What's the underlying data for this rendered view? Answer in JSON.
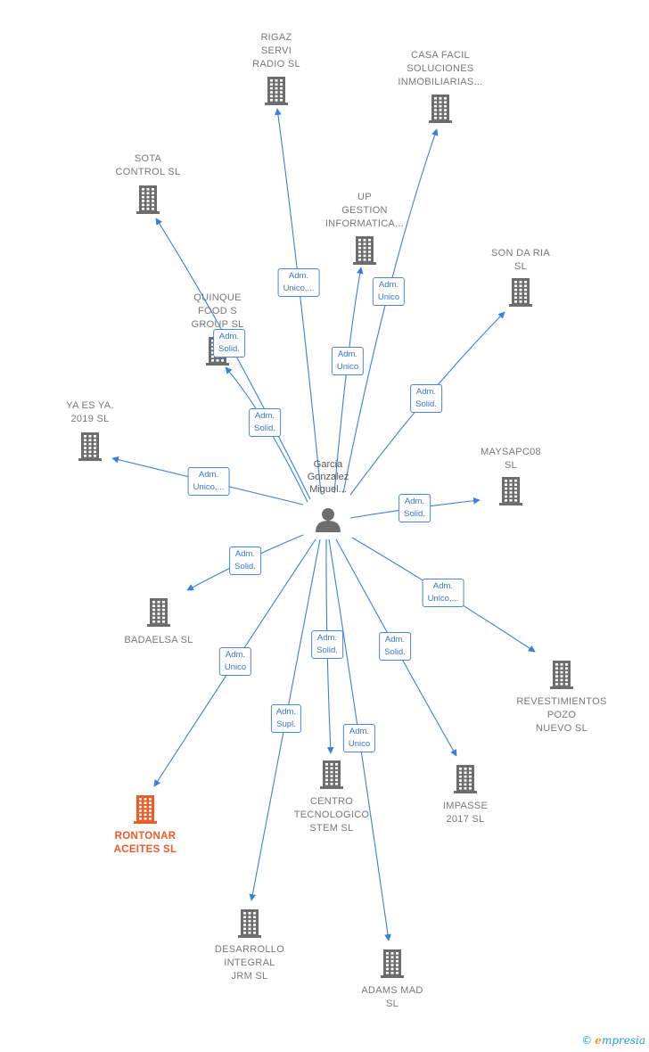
{
  "colors": {
    "edge": "#3b7ddb",
    "building": "#6d6d6d",
    "highlight": "#f05a28",
    "person": "#6d6d6d"
  },
  "center": {
    "lines": [
      "Garcia",
      "Gonzalez",
      "Miguel..."
    ],
    "icon": "person-icon"
  },
  "nodes": [
    {
      "id": "rigaz",
      "lines": [
        "RIGAZ",
        "SERVI",
        "RADIO SL"
      ],
      "highlight": false,
      "icon": "building-icon"
    },
    {
      "id": "casa-facil",
      "lines": [
        "CASA FACIL",
        "SOLUCIONES",
        "INMOBILIARIAS..."
      ],
      "highlight": false,
      "icon": "building-icon"
    },
    {
      "id": "sota-control",
      "lines": [
        "SOTA",
        "CONTROL  SL"
      ],
      "highlight": false,
      "icon": "building-icon"
    },
    {
      "id": "up-gestion",
      "lines": [
        "UP",
        "GESTION",
        "INFORMATICA..."
      ],
      "highlight": false,
      "icon": "building-icon"
    },
    {
      "id": "son-da-ria",
      "lines": [
        "SON DA RIA",
        "SL"
      ],
      "highlight": false,
      "icon": "building-icon"
    },
    {
      "id": "quinque",
      "lines": [
        "QUINQUE",
        "FOOD S",
        "GROUP  SL"
      ],
      "highlight": false,
      "icon": "building-icon"
    },
    {
      "id": "ya-es-ya",
      "lines": [
        "YA ES YA.",
        "2019  SL"
      ],
      "highlight": false,
      "icon": "building-icon"
    },
    {
      "id": "maysapc08",
      "lines": [
        "MAYSAPC08",
        "SL"
      ],
      "highlight": false,
      "icon": "building-icon"
    },
    {
      "id": "badaelsa",
      "lines": [
        "BADAELSA  SL"
      ],
      "highlight": false,
      "icon": "building-icon"
    },
    {
      "id": "revestimientos",
      "lines": [
        "REVESTIMIENTOS",
        "POZO",
        "NUEVO SL"
      ],
      "highlight": false,
      "icon": "building-icon"
    },
    {
      "id": "rontonar",
      "lines": [
        "RONTONAR",
        "ACEITES  SL"
      ],
      "highlight": true,
      "icon": "building-icon"
    },
    {
      "id": "centro-tecnologico",
      "lines": [
        "CENTRO",
        "TECNOLOGICO",
        "STEM  SL"
      ],
      "highlight": false,
      "icon": "building-icon"
    },
    {
      "id": "impasse",
      "lines": [
        "IMPASSE",
        "2017  SL"
      ],
      "highlight": false,
      "icon": "building-icon"
    },
    {
      "id": "desarrollo",
      "lines": [
        "DESARROLLO",
        "INTEGRAL",
        "JRM  SL"
      ],
      "highlight": false,
      "icon": "building-icon"
    },
    {
      "id": "adams-mad",
      "lines": [
        "ADAMS MAD",
        "SL"
      ],
      "highlight": false,
      "icon": "building-icon"
    }
  ],
  "edges": [
    {
      "target": "rigaz",
      "label": [
        "Adm.",
        "Unico,..."
      ]
    },
    {
      "target": "casa-facil",
      "label": [
        "Adm.",
        "Unico"
      ]
    },
    {
      "target": "sota-control",
      "label": [
        "Adm.",
        "Solid."
      ]
    },
    {
      "target": "up-gestion",
      "label": [
        "Adm.",
        "Unico"
      ]
    },
    {
      "target": "son-da-ria",
      "label": [
        "Adm.",
        "Solid."
      ]
    },
    {
      "target": "quinque",
      "label": [
        "Adm.",
        "Solid."
      ]
    },
    {
      "target": "ya-es-ya",
      "label": [
        "Adm.",
        "Unico,..."
      ]
    },
    {
      "target": "maysapc08",
      "label": [
        "Adm.",
        "Solid."
      ]
    },
    {
      "target": "badaelsa",
      "label": [
        "Adm.",
        "Solid."
      ]
    },
    {
      "target": "revestimientos",
      "label": [
        "Adm.",
        "Unico,..."
      ]
    },
    {
      "target": "rontonar",
      "label": [
        "Adm.",
        "Unico"
      ]
    },
    {
      "target": "centro-tecnologico",
      "label": [
        "Adm.",
        "Solid."
      ]
    },
    {
      "target": "impasse",
      "label": [
        "Adm.",
        "Solid."
      ]
    },
    {
      "target": "desarrollo",
      "label": [
        "Adm.",
        "Supl."
      ]
    },
    {
      "target": "adams-mad",
      "label": [
        "Adm.",
        "Unico"
      ]
    }
  ],
  "footer": {
    "copyright": "©",
    "brand_initial": "e",
    "brand_rest": "mpresia"
  }
}
